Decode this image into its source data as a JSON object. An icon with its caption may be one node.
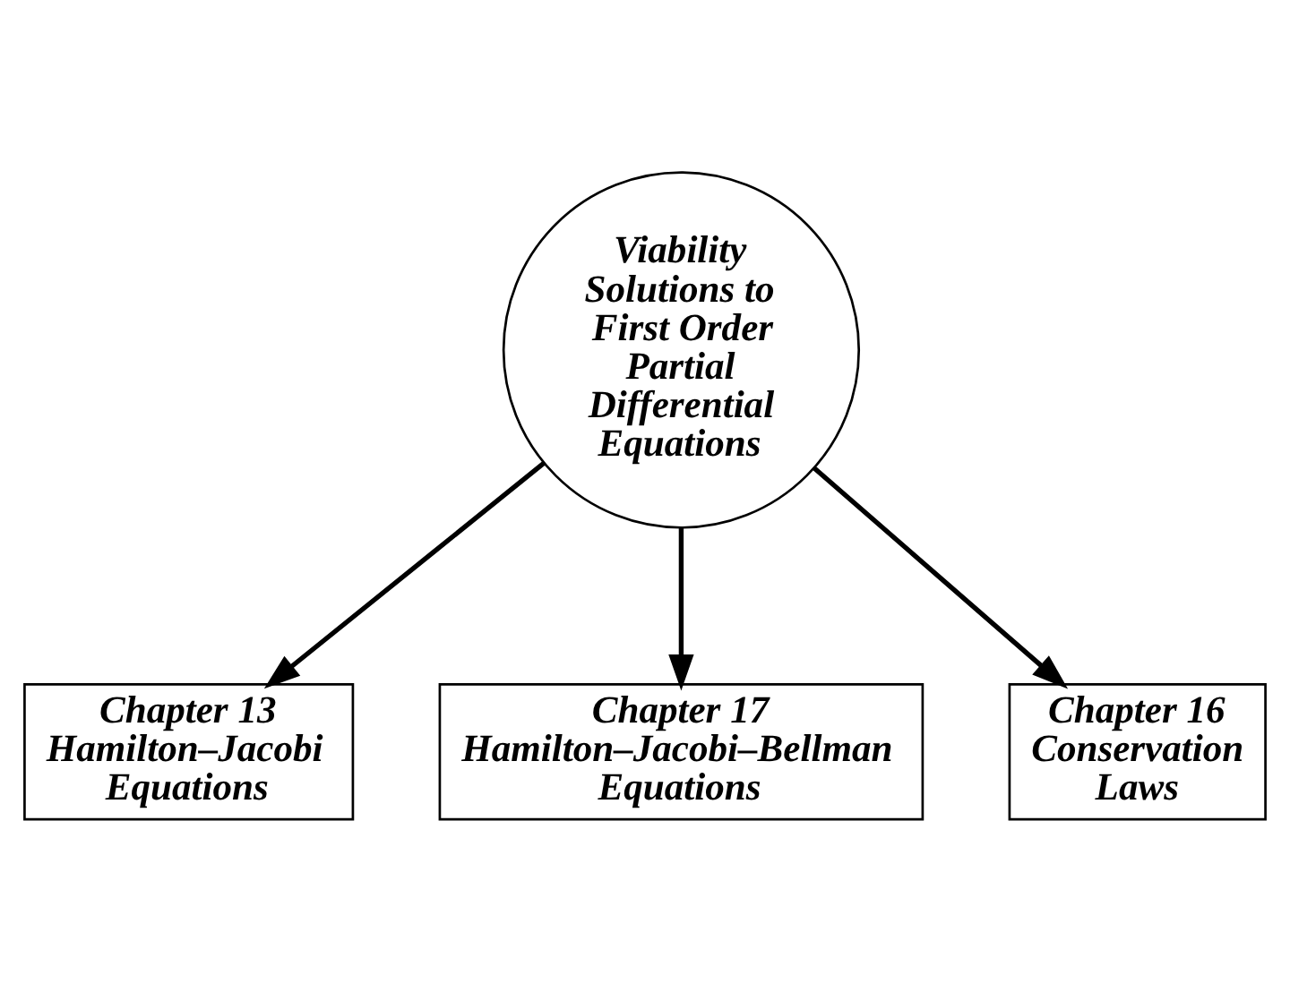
{
  "diagram": {
    "nodes": [
      {
        "text": [
          "Viability Solutions to First Order Partial Differential Equations"
        ]
      },
      {
        "text": [
          "Chapter 13",
          "Hamilton–Jacobi Equations"
        ]
      },
      {
        "text": [
          "Chapter 17",
          "Hamilton–Jacobi–Bellman Equations"
        ]
      },
      {
        "text": [
          "Chapter 16",
          "Conservation Laws"
        ]
      }
    ],
    "edges": [
      {
        "from": 0,
        "to": 1,
        "arrow": "to"
      },
      {
        "from": 0,
        "to": 2,
        "arrow": "to"
      },
      {
        "from": 0,
        "to": 3,
        "arrow": "to"
      }
    ]
  }
}
